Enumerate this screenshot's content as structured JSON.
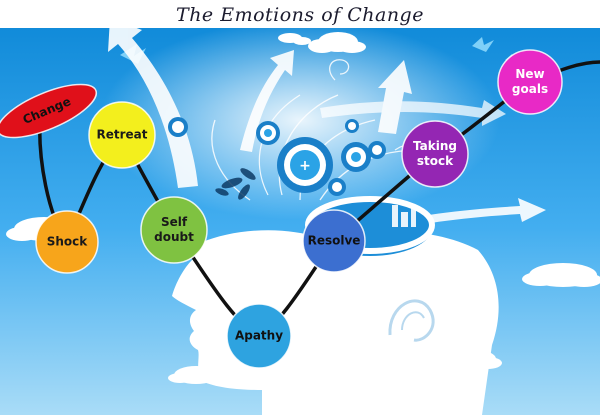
{
  "title": "The Emotions of Change",
  "stages": [
    {
      "id": "change",
      "lines": [
        "Change"
      ],
      "color": "#e0101a",
      "text_color": "#111111"
    },
    {
      "id": "shock",
      "lines": [
        "Shock"
      ],
      "color": "#f7a51b",
      "text_color": "#1a1a1a"
    },
    {
      "id": "retreat",
      "lines": [
        "Retreat"
      ],
      "color": "#f3ef1d",
      "text_color": "#1a1a1a"
    },
    {
      "id": "self-doubt",
      "lines": [
        "Self",
        "doubt"
      ],
      "color": "#7fc241",
      "text_color": "#1a1a1a"
    },
    {
      "id": "apathy",
      "lines": [
        "Apathy"
      ],
      "color": "#2ea3e0",
      "text_color": "#111111"
    },
    {
      "id": "resolve",
      "lines": [
        "Resolve"
      ],
      "color": "#3c6fd0",
      "text_color": "#111111"
    },
    {
      "id": "taking-stock",
      "lines": [
        "Taking",
        "stock"
      ],
      "color": "#9426b3",
      "text_color": "#ffffff"
    },
    {
      "id": "new-goals",
      "lines": [
        "New",
        "goals"
      ],
      "color": "#e829c6",
      "text_color": "#ffffff"
    }
  ],
  "colors": {
    "sky_top": "#0a86d6",
    "sky_bottom": "#a9dcf7",
    "head": "#ffffff",
    "curve": "#111111"
  }
}
